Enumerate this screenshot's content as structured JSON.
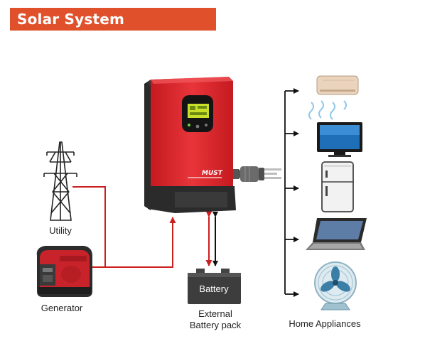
{
  "title": "Solar System Connection",
  "inverter": {
    "brand": "MUST"
  },
  "battery": {
    "label": "Battery",
    "caption_line1": "External",
    "caption_line2": "Battery pack"
  },
  "sources": [
    {
      "label": "Utility"
    },
    {
      "label": "Generator"
    }
  ],
  "appliances": {
    "label": "Home Appliances",
    "items": [
      "air-conditioner-icon",
      "television-icon",
      "refrigerator-icon",
      "laptop-icon",
      "fan-icon"
    ]
  },
  "colors": {
    "title_bg": "#e0512b",
    "inverter_red": "#d8232a",
    "wire_red": "#cc1f1f",
    "wire_black": "#111111"
  }
}
